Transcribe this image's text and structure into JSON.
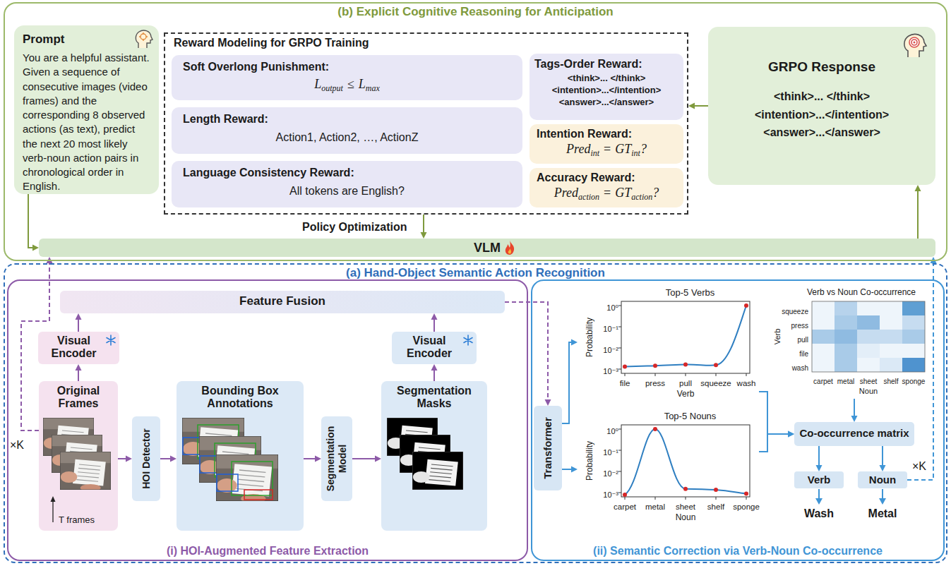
{
  "diagram": {
    "nodes": [
      {
        "text": [
          "(b) Explicit Cognitive Reasoning for Anticipation"
        ]
      },
      {
        "text": [
          "Prompt",
          "You are a helpful assistant. Given a sequence of consecutive images (video frames) and the corresponding 8 observed actions (as text), predict the next 20 most likely verb-noun action pairs in chronological order in English."
        ],
        "in": 0
      },
      {
        "text": [
          "Reward Modeling for GRPO Training"
        ],
        "in": 0
      },
      {
        "text": [
          "Soft Overlong Punishment:",
          "L",
          "output",
          "≤",
          "L",
          "max"
        ],
        "in": 2
      },
      {
        "text": [
          "Length Reward:",
          "Action1, Action2, …, ActionZ"
        ],
        "in": 2
      },
      {
        "text": [
          "Language Consistency Reward:",
          "All tokens are English?"
        ],
        "in": 2
      },
      {
        "text": [
          "Tags-Order Reward:",
          "<think>... </think>",
          "<intention>...</intention>",
          "<answer>...</answer>"
        ],
        "in": 2
      },
      {
        "text": [
          "Intention Reward:",
          "Pred",
          "int",
          "=",
          "GT",
          "int",
          "?"
        ],
        "in": 2
      },
      {
        "text": [
          "Accuracy Reward:",
          "Pred",
          "action",
          "=",
          "GT",
          "action",
          "?"
        ],
        "in": 2
      },
      {
        "text": [
          "GRPO Response",
          "<think>... </think>",
          "<intention>...</intention>",
          "<answer>...</answer>"
        ],
        "in": 0
      },
      {
        "text": [
          "VLM"
        ],
        "in": 0
      },
      {
        "text": [
          "(a) Hand-Object Semantic Action Recognition"
        ]
      },
      {
        "text": [
          "(i) HOI-Augmented Feature Extraction"
        ],
        "in": 11
      },
      {
        "text": [
          "Feature Fusion"
        ],
        "in": 12
      },
      {
        "text": [
          "Visual Encoder"
        ],
        "in": 12
      },
      {
        "text": [
          "Visual Encoder"
        ],
        "in": 12
      },
      {
        "text": [
          "Original Frames"
        ],
        "in": 12
      },
      {
        "text": [
          "HOI Detector"
        ],
        "in": 12
      },
      {
        "text": [
          "Bounding Box Annotations"
        ],
        "in": 12
      },
      {
        "text": [
          "Segmentation Model"
        ],
        "in": 12
      },
      {
        "text": [
          "Segmentation Masks"
        ],
        "in": 12
      },
      {
        "text": [
          "(ii) Semantic Correction via Verb-Noun Co-occurrence"
        ],
        "in": 11
      },
      {
        "text": [
          "Transformer"
        ],
        "in": 21
      },
      {
        "text": [
          "Top-5 Verbs"
        ],
        "in": 21
      },
      {
        "text": [
          "Top-5 Nouns"
        ],
        "in": 21
      },
      {
        "text": [
          "Verb vs Noun Co-occurrence"
        ],
        "in": 21
      },
      {
        "text": [
          "Co-occurrence matrix"
        ],
        "in": 21
      },
      {
        "text": [
          "Verb"
        ],
        "in": 21
      },
      {
        "text": [
          "Noun"
        ],
        "in": 21
      }
    ],
    "edges": [
      {
        "from": 1,
        "to": 10,
        "arrow": "to"
      },
      {
        "from": 2,
        "to": 10,
        "label": "Policy Optimization",
        "arrow": "to"
      },
      {
        "from": 10,
        "to": 9,
        "arrow": "to"
      },
      {
        "from": 9,
        "to": 2,
        "arrow": "to"
      },
      {
        "from": 16,
        "to": 14,
        "arrow": "to"
      },
      {
        "from": 14,
        "to": 13,
        "arrow": "to"
      },
      {
        "from": 20,
        "to": 15,
        "arrow": "to"
      },
      {
        "from": 15,
        "to": 13,
        "arrow": "to"
      },
      {
        "from": 16,
        "to": 17,
        "arrow": "to"
      },
      {
        "from": 17,
        "to": 18,
        "arrow": "to"
      },
      {
        "from": 18,
        "to": 19,
        "arrow": "to"
      },
      {
        "from": 19,
        "to": 20,
        "arrow": "to"
      },
      {
        "from": 13,
        "to": 22,
        "arrow": "to"
      },
      {
        "from": 16,
        "to": 10,
        "arrow": "to"
      },
      {
        "from": 22,
        "to": 23,
        "arrow": "to"
      },
      {
        "from": 22,
        "to": 24,
        "arrow": "to"
      },
      {
        "from": 23,
        "to": 26,
        "arrow": "to"
      },
      {
        "from": 24,
        "to": 26,
        "arrow": "to"
      },
      {
        "from": 25,
        "to": 26,
        "arrow": "to"
      },
      {
        "from": 26,
        "to": 27,
        "arrow": "to"
      },
      {
        "from": 26,
        "to": 28,
        "arrow": "to"
      },
      {
        "from": 28,
        "to": 10,
        "arrow": "to"
      }
    ],
    "labels": [
      "×K",
      "T frames",
      "Probability",
      "10⁰",
      "10⁻¹",
      "10⁻²",
      "10⁻³",
      "file",
      "press",
      "pull",
      "squeeze",
      "wash",
      "Verb",
      "Probability",
      "10⁰",
      "10⁻¹",
      "10⁻²",
      "10⁻³",
      "carpet",
      "metal",
      "sheet",
      "shelf",
      "sponge",
      "Noun",
      "squeeze",
      "press",
      "pull",
      "file",
      "wash",
      "carpet",
      "metal",
      "sheet",
      "shelf",
      "sponge",
      "Verb",
      "Noun",
      "×K",
      "Wash",
      "Metal"
    ]
  }
}
